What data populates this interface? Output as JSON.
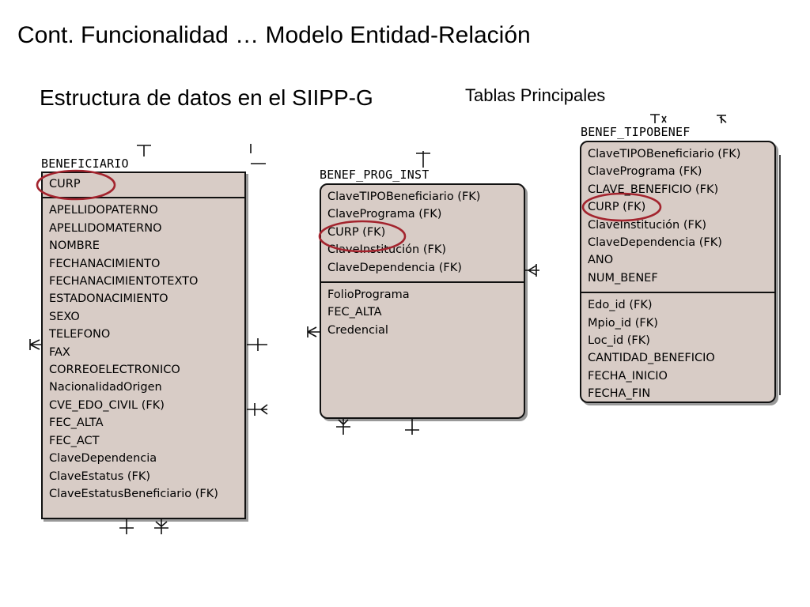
{
  "slide": {
    "title": "Cont. Funcionalidad … Modelo Entidad-Relación",
    "subtitle": "Estructura de datos en el SIIPP-G",
    "section_label": "Tablas Principales"
  },
  "entities": [
    {
      "name": "BENEFICIARIO",
      "keys": [
        "CURP"
      ],
      "attributes": [
        "APELLIDOPATERNO",
        "APELLIDOMATERNO",
        "NOMBRE",
        "FECHANACIMIENTO",
        "FECHANACIMIENTOTEXTO",
        "ESTADONACIMIENTO",
        "SEXO",
        "TELEFONO",
        "FAX",
        "CORREOELECTRONICO",
        "NacionalidadOrigen",
        "CVE_EDO_CIVIL (FK)",
        "FEC_ALTA",
        "FEC_ACT",
        "ClaveDependencia",
        "ClaveEstatus (FK)",
        "ClaveEstatusBeneficiario (FK)"
      ]
    },
    {
      "name": "BENEF_PROG_INST",
      "keys": [
        "ClaveTIPOBeneficiario (FK)",
        "ClavePrograma (FK)",
        "CURP (FK)",
        "ClaveInstitución (FK)",
        "ClaveDependencia (FK)"
      ],
      "attributes": [
        "FolioPrograma",
        "FEC_ALTA",
        "Credencial"
      ]
    },
    {
      "name": "BENEF_TIPOBENEF",
      "keys": [
        "ClaveTIPOBeneficiario (FK)",
        "ClavePrograma (FK)",
        "CLAVE_BENEFICIO (FK)",
        "CURP (FK)",
        "ClaveInstitución (FK)",
        "ClaveDependencia (FK)",
        "ANO",
        "NUM_BENEF"
      ],
      "attributes": [
        "Edo_id (FK)",
        "Mpio_id (FK)",
        "Loc_id (FK)",
        "CANTIDAD_BENEFICIO",
        "FECHA_INICIO",
        "FECHA_FIN"
      ]
    }
  ],
  "colors": {
    "entity_fill": "#d8ccc6",
    "highlight_circle": "#a3242e"
  }
}
